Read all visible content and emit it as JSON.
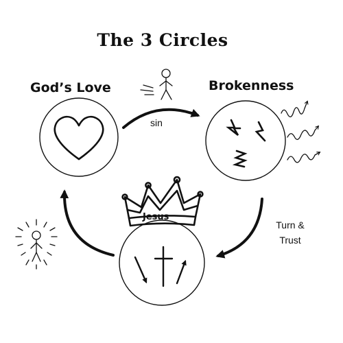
{
  "title": "The 3 Circles",
  "circles": {
    "gods_love": {
      "label": "God’s Love",
      "icon": "heart-icon"
    },
    "brokenness": {
      "label": "Brokenness",
      "icon": "zigzag-scribble-icon"
    },
    "jesus": {
      "label": "Jesus",
      "icon": "cross-with-arrows-icon"
    }
  },
  "connectors": {
    "sin": "sin",
    "turn_and_trust": "Turn & Trust"
  },
  "colors": {
    "ink": "#111111",
    "background": "#ffffff"
  }
}
